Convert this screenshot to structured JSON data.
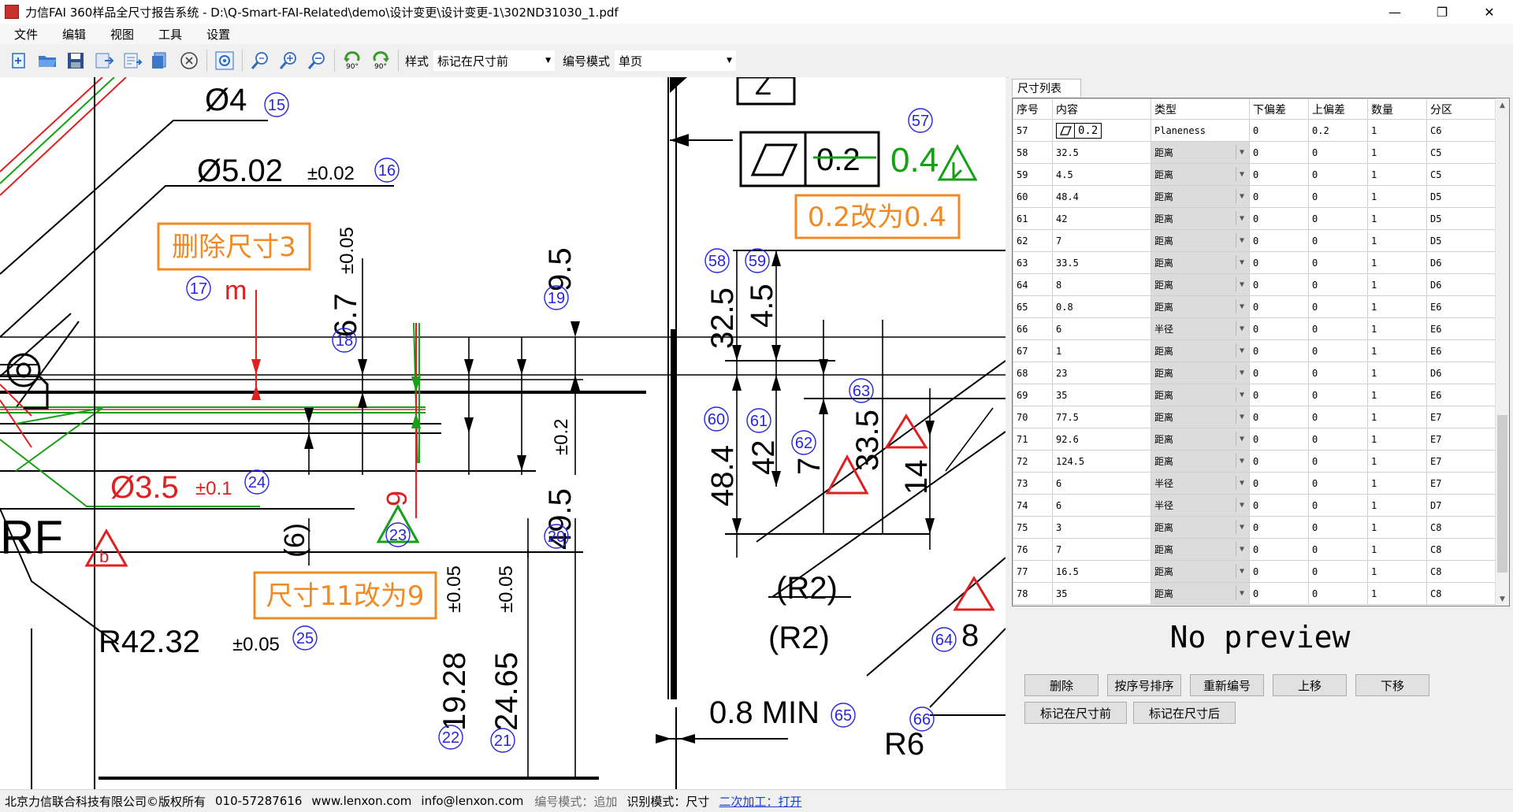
{
  "window": {
    "title": "力信FAI 360样品全尺寸报告系统 - D:\\Q-Smart-FAI-Related\\demo\\设计变更\\设计变更-1\\302ND31030_1.pdf",
    "minimize": "—",
    "maximize": "❐",
    "close": "✕"
  },
  "menu": [
    "文件",
    "编辑",
    "视图",
    "工具",
    "设置"
  ],
  "toolbar": {
    "style_label": "样式",
    "style_value": "标记在尺寸前",
    "numbering_label": "编号模式",
    "numbering_value": "单页",
    "rotate_left": "90°",
    "rotate_right": "90°"
  },
  "drawing": {
    "dims": {
      "d1": "Ø4",
      "d2": "Ø5.02",
      "d2_tol": "±0.02",
      "d3": "6.7",
      "d3_tol": "±0.05",
      "d4": "9.5",
      "d5": "49.5",
      "d5_tol": "±0.2",
      "d6": "Ø3.5",
      "d6_tol": "±0.1",
      "d7": "(6)",
      "d8": "9",
      "d9": "m",
      "d10": "R42.32",
      "d10_tol": "±0.05",
      "d11": "19.28",
      "d11_tol": "±0.05",
      "d12": "24.65",
      "d12_tol": "±0.05",
      "d13": "32.5",
      "d14": "4.5",
      "d15": "48.4",
      "d16": "42",
      "d17": "7",
      "d18": "33.5",
      "d19": "14",
      "d20": "(R2)",
      "d21": "(R2)",
      "d22": "8",
      "d23": "0.8 MIN",
      "d24": "R6",
      "fcf_value": "0.2",
      "fcf_new": "0.4",
      "datum_z": "Z",
      "rf": "RF",
      "tri_label": "b"
    },
    "bubbles": [
      "15",
      "16",
      "17",
      "18",
      "19",
      "20",
      "21",
      "22",
      "23",
      "24",
      "25",
      "57",
      "58",
      "59",
      "60",
      "61",
      "62",
      "63",
      "64",
      "65",
      "66"
    ],
    "notes": {
      "note1": "删除尺寸3",
      "note2": "尺寸11改为9",
      "note3": "0.2改为0.4"
    },
    "colors": {
      "note_border": "#f08a24",
      "note_text": "#f08a24",
      "bubble": "#2626e0",
      "red": "#e02020",
      "green": "#16a016"
    }
  },
  "panel": {
    "tab": "尺寸列表",
    "columns": [
      "序号",
      "内容",
      "类型",
      "下偏差",
      "上偏差",
      "数量",
      "分区"
    ],
    "rows": [
      {
        "seq": "57",
        "content": "0.2",
        "type": "Planeness",
        "lower": "0",
        "upper": "0.2",
        "qty": "1",
        "zone": "C6"
      },
      {
        "seq": "58",
        "content": "32.5",
        "type": "距离",
        "lower": "0",
        "upper": "0",
        "qty": "1",
        "zone": "C5"
      },
      {
        "seq": "59",
        "content": "4.5",
        "type": "距离",
        "lower": "0",
        "upper": "0",
        "qty": "1",
        "zone": "C5"
      },
      {
        "seq": "60",
        "content": "48.4",
        "type": "距离",
        "lower": "0",
        "upper": "0",
        "qty": "1",
        "zone": "D5"
      },
      {
        "seq": "61",
        "content": "42",
        "type": "距离",
        "lower": "0",
        "upper": "0",
        "qty": "1",
        "zone": "D5"
      },
      {
        "seq": "62",
        "content": "7",
        "type": "距离",
        "lower": "0",
        "upper": "0",
        "qty": "1",
        "zone": "D5"
      },
      {
        "seq": "63",
        "content": "33.5",
        "type": "距离",
        "lower": "0",
        "upper": "0",
        "qty": "1",
        "zone": "D6"
      },
      {
        "seq": "64",
        "content": "8",
        "type": "距离",
        "lower": "0",
        "upper": "0",
        "qty": "1",
        "zone": "D6"
      },
      {
        "seq": "65",
        "content": "0.8",
        "type": "距离",
        "lower": "0",
        "upper": "0",
        "qty": "1",
        "zone": "E6"
      },
      {
        "seq": "66",
        "content": "6",
        "type": "半径",
        "lower": "0",
        "upper": "0",
        "qty": "1",
        "zone": "E6"
      },
      {
        "seq": "67",
        "content": "1",
        "type": "距离",
        "lower": "0",
        "upper": "0",
        "qty": "1",
        "zone": "E6"
      },
      {
        "seq": "68",
        "content": "23",
        "type": "距离",
        "lower": "0",
        "upper": "0",
        "qty": "1",
        "zone": "D6"
      },
      {
        "seq": "69",
        "content": "35",
        "type": "距离",
        "lower": "0",
        "upper": "0",
        "qty": "1",
        "zone": "E6"
      },
      {
        "seq": "70",
        "content": "77.5",
        "type": "距离",
        "lower": "0",
        "upper": "0",
        "qty": "1",
        "zone": "E7"
      },
      {
        "seq": "71",
        "content": "92.6",
        "type": "距离",
        "lower": "0",
        "upper": "0",
        "qty": "1",
        "zone": "E7"
      },
      {
        "seq": "72",
        "content": "124.5",
        "type": "距离",
        "lower": "0",
        "upper": "0",
        "qty": "1",
        "zone": "E7"
      },
      {
        "seq": "73",
        "content": "6",
        "type": "半径",
        "lower": "0",
        "upper": "0",
        "qty": "1",
        "zone": "E7"
      },
      {
        "seq": "74",
        "content": "6",
        "type": "半径",
        "lower": "0",
        "upper": "0",
        "qty": "1",
        "zone": "D7"
      },
      {
        "seq": "75",
        "content": "3",
        "type": "距离",
        "lower": "0",
        "upper": "0",
        "qty": "1",
        "zone": "C8"
      },
      {
        "seq": "76",
        "content": "7",
        "type": "距离",
        "lower": "0",
        "upper": "0",
        "qty": "1",
        "zone": "C8"
      },
      {
        "seq": "77",
        "content": "16.5",
        "type": "距离",
        "lower": "0",
        "upper": "0",
        "qty": "1",
        "zone": "C8"
      },
      {
        "seq": "78",
        "content": "35",
        "type": "距离",
        "lower": "0",
        "upper": "0",
        "qty": "1",
        "zone": "C8"
      }
    ],
    "preview": "No preview",
    "buttons": {
      "delete": "删除",
      "sort": "按序号排序",
      "renumber": "重新编号",
      "up": "上移",
      "down": "下移",
      "mark_before": "标记在尺寸前",
      "mark_after": "标记在尺寸后"
    }
  },
  "status": {
    "company": "北京力信联合科技有限公司©版权所有",
    "phone": "010-57287616",
    "web": "www.lenxon.com",
    "email": "info@lenxon.com",
    "numbering": "编号模式：追加",
    "recognition": "识别模式：尺寸",
    "secondary": "二次加工：打开"
  }
}
